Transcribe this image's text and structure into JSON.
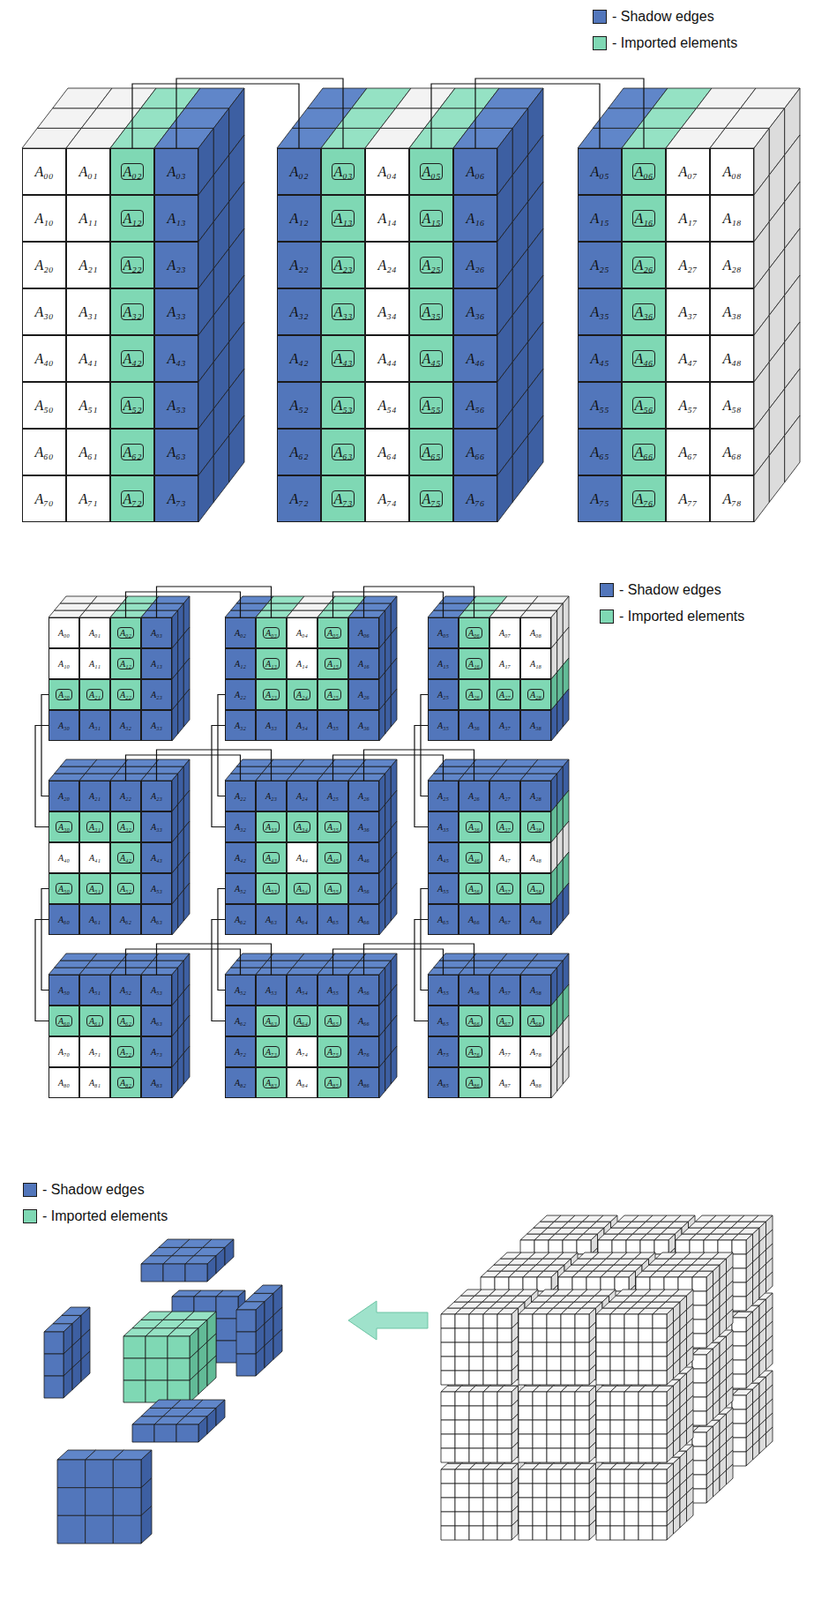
{
  "diagram": {
    "nodes": [
      {
        "text": [
          "A₀₀"
        ]
      },
      {
        "text": [
          "A₀₁"
        ]
      },
      {
        "text": [
          "A₀₂"
        ]
      },
      {
        "text": [
          "A₀₃"
        ]
      },
      {
        "text": [
          "A₁₀"
        ]
      },
      {
        "text": [
          "A₁₁"
        ]
      },
      {
        "text": [
          "A₁₂"
        ]
      },
      {
        "text": [
          "A₁₃"
        ]
      },
      {
        "text": [
          "A₂₀"
        ]
      },
      {
        "text": [
          "A₂₁"
        ]
      },
      {
        "text": [
          "A₂₂"
        ]
      },
      {
        "text": [
          "A₂₃"
        ]
      },
      {
        "text": [
          "A₃₀"
        ]
      },
      {
        "text": [
          "A₃₁"
        ]
      },
      {
        "text": [
          "A₃₂"
        ]
      },
      {
        "text": [
          "A₃₃"
        ]
      },
      {
        "text": [
          "A₄₀"
        ]
      },
      {
        "text": [
          "A₄₁"
        ]
      },
      {
        "text": [
          "A₄₂"
        ]
      },
      {
        "text": [
          "A₄₃"
        ]
      },
      {
        "text": [
          "A₅₀"
        ]
      },
      {
        "text": [
          "A₅₁"
        ]
      },
      {
        "text": [
          "A₅₂"
        ]
      },
      {
        "text": [
          "A₅₃"
        ]
      },
      {
        "text": [
          "A₆₀"
        ]
      },
      {
        "text": [
          "A₆₁"
        ]
      },
      {
        "text": [
          "A₆₂"
        ]
      },
      {
        "text": [
          "A₆₃"
        ]
      },
      {
        "text": [
          "A₇₀"
        ]
      },
      {
        "text": [
          "A₇₁"
        ]
      },
      {
        "text": [
          "A₇₂"
        ]
      },
      {
        "text": [
          "A₇₃"
        ]
      },
      {
        "text": [
          "A₀₂"
        ]
      },
      {
        "text": [
          "A₀₃"
        ]
      },
      {
        "text": [
          "A₀₄"
        ]
      },
      {
        "text": [
          "A₀₅"
        ]
      },
      {
        "text": [
          "A₀₆"
        ]
      },
      {
        "text": [
          "A₁₂"
        ]
      },
      {
        "text": [
          "A₁₃"
        ]
      },
      {
        "text": [
          "A₁₄"
        ]
      },
      {
        "text": [
          "A₁₅"
        ]
      },
      {
        "text": [
          "A₁₆"
        ]
      },
      {
        "text": [
          "A₂₂"
        ]
      },
      {
        "text": [
          "A₂₃"
        ]
      },
      {
        "text": [
          "A₂₄"
        ]
      },
      {
        "text": [
          "A₂₅"
        ]
      },
      {
        "text": [
          "A₂₆"
        ]
      },
      {
        "text": [
          "A₃₂"
        ]
      },
      {
        "text": [
          "A₃₃"
        ]
      },
      {
        "text": [
          "A₃₄"
        ]
      },
      {
        "text": [
          "A₃₅"
        ]
      },
      {
        "text": [
          "A₃₆"
        ]
      },
      {
        "text": [
          "A₄₂"
        ]
      },
      {
        "text": [
          "A₄₃"
        ]
      },
      {
        "text": [
          "A₄₄"
        ]
      },
      {
        "text": [
          "A₄₅"
        ]
      },
      {
        "text": [
          "A₄₆"
        ]
      },
      {
        "text": [
          "A₅₂"
        ]
      },
      {
        "text": [
          "A₅₃"
        ]
      },
      {
        "text": [
          "A₅₄"
        ]
      },
      {
        "text": [
          "A₅₅"
        ]
      },
      {
        "text": [
          "A₅₆"
        ]
      },
      {
        "text": [
          "A₆₂"
        ]
      },
      {
        "text": [
          "A₆₃"
        ]
      },
      {
        "text": [
          "A₆₄"
        ]
      },
      {
        "text": [
          "A₆₅"
        ]
      },
      {
        "text": [
          "A₆₆"
        ]
      },
      {
        "text": [
          "A₇₂"
        ]
      },
      {
        "text": [
          "A₇₃"
        ]
      },
      {
        "text": [
          "A₇₄"
        ]
      },
      {
        "text": [
          "A₇₅"
        ]
      },
      {
        "text": [
          "A₇₆"
        ]
      },
      {
        "text": [
          "A₀₅"
        ]
      },
      {
        "text": [
          "A₀₆"
        ]
      },
      {
        "text": [
          "A₀₇"
        ]
      },
      {
        "text": [
          "A₀₈"
        ]
      },
      {
        "text": [
          "A₁₅"
        ]
      },
      {
        "text": [
          "A₁₆"
        ]
      },
      {
        "text": [
          "A₁₇"
        ]
      },
      {
        "text": [
          "A₁₈"
        ]
      },
      {
        "text": [
          "A₂₅"
        ]
      },
      {
        "text": [
          "A₂₆"
        ]
      },
      {
        "text": [
          "A₂₇"
        ]
      },
      {
        "text": [
          "A₂₈"
        ]
      },
      {
        "text": [
          "A₃₅"
        ]
      },
      {
        "text": [
          "A₃₆"
        ]
      },
      {
        "text": [
          "A₃₇"
        ]
      },
      {
        "text": [
          "A₃₈"
        ]
      },
      {
        "text": [
          "A₄₅"
        ]
      },
      {
        "text": [
          "A₄₆"
        ]
      },
      {
        "text": [
          "A₄₇"
        ]
      },
      {
        "text": [
          "A₄₈"
        ]
      },
      {
        "text": [
          "A₅₅"
        ]
      },
      {
        "text": [
          "A₅₆"
        ]
      },
      {
        "text": [
          "A₅₇"
        ]
      },
      {
        "text": [
          "A₅₈"
        ]
      },
      {
        "text": [
          "A₆₅"
        ]
      },
      {
        "text": [
          "A₆₆"
        ]
      },
      {
        "text": [
          "A₆₇"
        ]
      },
      {
        "text": [
          "A₆₈"
        ]
      },
      {
        "text": [
          "A₇₅"
        ]
      },
      {
        "text": [
          "A₇₆"
        ]
      },
      {
        "text": [
          "A₇₇"
        ]
      },
      {
        "text": [
          "A₇₈"
        ]
      },
      {
        "text": [
          "A₀₀"
        ]
      },
      {
        "text": [
          "A₀₁"
        ]
      },
      {
        "text": [
          "A₀₂"
        ]
      },
      {
        "text": [
          "A₀₃"
        ]
      },
      {
        "text": [
          "A₁₀"
        ]
      },
      {
        "text": [
          "A₁₁"
        ]
      },
      {
        "text": [
          "A₁₂"
        ]
      },
      {
        "text": [
          "A₁₃"
        ]
      },
      {
        "text": [
          "A₂₀"
        ]
      },
      {
        "text": [
          "A₂₁"
        ]
      },
      {
        "text": [
          "A₂₂"
        ]
      },
      {
        "text": [
          "A₂₃"
        ]
      },
      {
        "text": [
          "A₃₀"
        ]
      },
      {
        "text": [
          "A₃₁"
        ]
      },
      {
        "text": [
          "A₃₂"
        ]
      },
      {
        "text": [
          "A₃₃"
        ]
      },
      {
        "text": [
          "A₀₂"
        ]
      },
      {
        "text": [
          "A₀₃"
        ]
      },
      {
        "text": [
          "A₀₄"
        ]
      },
      {
        "text": [
          "A₀₅"
        ]
      },
      {
        "text": [
          "A₀₆"
        ]
      },
      {
        "text": [
          "A₁₂"
        ]
      },
      {
        "text": [
          "A₁₃"
        ]
      },
      {
        "text": [
          "A₁₄"
        ]
      },
      {
        "text": [
          "A₁₅"
        ]
      },
      {
        "text": [
          "A₁₆"
        ]
      },
      {
        "text": [
          "A₂₂"
        ]
      },
      {
        "text": [
          "A₂₃"
        ]
      },
      {
        "text": [
          "A₂₄"
        ]
      },
      {
        "text": [
          "A₂₅"
        ]
      },
      {
        "text": [
          "A₂₆"
        ]
      },
      {
        "text": [
          "A₃₂"
        ]
      },
      {
        "text": [
          "A₃₃"
        ]
      },
      {
        "text": [
          "A₃₄"
        ]
      },
      {
        "text": [
          "A₃₅"
        ]
      },
      {
        "text": [
          "A₃₆"
        ]
      },
      {
        "text": [
          "A₀₅"
        ]
      },
      {
        "text": [
          "A₀₆"
        ]
      },
      {
        "text": [
          "A₀₇"
        ]
      },
      {
        "text": [
          "A₀₈"
        ]
      },
      {
        "text": [
          "A₁₅"
        ]
      },
      {
        "text": [
          "A₁₆"
        ]
      },
      {
        "text": [
          "A₁₇"
        ]
      },
      {
        "text": [
          "A₁₈"
        ]
      },
      {
        "text": [
          "A₂₅"
        ]
      },
      {
        "text": [
          "A₂₆"
        ]
      },
      {
        "text": [
          "A₂₇"
        ]
      },
      {
        "text": [
          "A₂₈"
        ]
      },
      {
        "text": [
          "A₃₅"
        ]
      },
      {
        "text": [
          "A₃₆"
        ]
      },
      {
        "text": [
          "A₃₇"
        ]
      },
      {
        "text": [
          "A₃₈"
        ]
      },
      {
        "text": [
          "A₂₀"
        ]
      },
      {
        "text": [
          "A₂₁"
        ]
      },
      {
        "text": [
          "A₂₂"
        ]
      },
      {
        "text": [
          "A₂₃"
        ]
      },
      {
        "text": [
          "A₃₀"
        ]
      },
      {
        "text": [
          "A₃₁"
        ]
      },
      {
        "text": [
          "A₃₂"
        ]
      },
      {
        "text": [
          "A₃₃"
        ]
      },
      {
        "text": [
          "A₄₀"
        ]
      },
      {
        "text": [
          "A₄₁"
        ]
      },
      {
        "text": [
          "A₄₂"
        ]
      },
      {
        "text": [
          "A₄₃"
        ]
      },
      {
        "text": [
          "A₅₀"
        ]
      },
      {
        "text": [
          "A₅₁"
        ]
      },
      {
        "text": [
          "A₅₂"
        ]
      },
      {
        "text": [
          "A₅₃"
        ]
      },
      {
        "text": [
          "A₆₀"
        ]
      },
      {
        "text": [
          "A₆₁"
        ]
      },
      {
        "text": [
          "A₆₂"
        ]
      },
      {
        "text": [
          "A₆₃"
        ]
      },
      {
        "text": [
          "A₂₂"
        ]
      },
      {
        "text": [
          "A₂₃"
        ]
      },
      {
        "text": [
          "A₂₄"
        ]
      },
      {
        "text": [
          "A₂₅"
        ]
      },
      {
        "text": [
          "A₂₆"
        ]
      },
      {
        "text": [
          "A₃₂"
        ]
      },
      {
        "text": [
          "A₃₃"
        ]
      },
      {
        "text": [
          "A₃₄"
        ]
      },
      {
        "text": [
          "A₃₅"
        ]
      },
      {
        "text": [
          "A₃₆"
        ]
      },
      {
        "text": [
          "A₄₂"
        ]
      },
      {
        "text": [
          "A₄₃"
        ]
      },
      {
        "text": [
          "A₄₄"
        ]
      },
      {
        "text": [
          "A₄₅"
        ]
      },
      {
        "text": [
          "A₄₆"
        ]
      },
      {
        "text": [
          "A₅₂"
        ]
      },
      {
        "text": [
          "A₅₃"
        ]
      },
      {
        "text": [
          "A₅₄"
        ]
      },
      {
        "text": [
          "A₅₅"
        ]
      },
      {
        "text": [
          "A₅₆"
        ]
      },
      {
        "text": [
          "A₆₂"
        ]
      },
      {
        "text": [
          "A₆₃"
        ]
      },
      {
        "text": [
          "A₆₄"
        ]
      },
      {
        "text": [
          "A₆₅"
        ]
      },
      {
        "text": [
          "A₆₆"
        ]
      },
      {
        "text": [
          "A₂₅"
        ]
      },
      {
        "text": [
          "A₂₆"
        ]
      },
      {
        "text": [
          "A₂₇"
        ]
      },
      {
        "text": [
          "A₂₈"
        ]
      },
      {
        "text": [
          "A₃₅"
        ]
      },
      {
        "text": [
          "A₃₆"
        ]
      },
      {
        "text": [
          "A₃₇"
        ]
      },
      {
        "text": [
          "A₃₈"
        ]
      },
      {
        "text": [
          "A₄₅"
        ]
      },
      {
        "text": [
          "A₄₆"
        ]
      },
      {
        "text": [
          "A₄₇"
        ]
      },
      {
        "text": [
          "A₄₈"
        ]
      },
      {
        "text": [
          "A₅₅"
        ]
      },
      {
        "text": [
          "A₅₆"
        ]
      },
      {
        "text": [
          "A₅₇"
        ]
      },
      {
        "text": [
          "A₅₈"
        ]
      },
      {
        "text": [
          "A₆₅"
        ]
      },
      {
        "text": [
          "A₆₆"
        ]
      },
      {
        "text": [
          "A₆₇"
        ]
      },
      {
        "text": [
          "A₆₈"
        ]
      },
      {
        "text": [
          "A₅₀"
        ]
      },
      {
        "text": [
          "A₅₁"
        ]
      },
      {
        "text": [
          "A₅₂"
        ]
      },
      {
        "text": [
          "A₅₃"
        ]
      },
      {
        "text": [
          "A₆₀"
        ]
      },
      {
        "text": [
          "A₆₁"
        ]
      },
      {
        "text": [
          "A₆₂"
        ]
      },
      {
        "text": [
          "A₆₃"
        ]
      },
      {
        "text": [
          "A₇₀"
        ]
      },
      {
        "text": [
          "A₇₁"
        ]
      },
      {
        "text": [
          "A₇₂"
        ]
      },
      {
        "text": [
          "A₇₃"
        ]
      },
      {
        "text": [
          "A₈₀"
        ]
      },
      {
        "text": [
          "A₈₁"
        ]
      },
      {
        "text": [
          "A₈₂"
        ]
      },
      {
        "text": [
          "A₈₃"
        ]
      },
      {
        "text": [
          "A₅₂"
        ]
      },
      {
        "text": [
          "A₅₃"
        ]
      },
      {
        "text": [
          "A₅₄"
        ]
      },
      {
        "text": [
          "A₅₅"
        ]
      },
      {
        "text": [
          "A₅₆"
        ]
      },
      {
        "text": [
          "A₆₂"
        ]
      },
      {
        "text": [
          "A₆₃"
        ]
      },
      {
        "text": [
          "A₆₄"
        ]
      },
      {
        "text": [
          "A₆₅"
        ]
      },
      {
        "text": [
          "A₆₆"
        ]
      },
      {
        "text": [
          "A₇₂"
        ]
      },
      {
        "text": [
          "A₇₃"
        ]
      },
      {
        "text": [
          "A₇₄"
        ]
      },
      {
        "text": [
          "A₇₅"
        ]
      },
      {
        "text": [
          "A₇₆"
        ]
      },
      {
        "text": [
          "A₈₂"
        ]
      },
      {
        "text": [
          "A₈₃"
        ]
      },
      {
        "text": [
          "A₈₄"
        ]
      },
      {
        "text": [
          "A₈₅"
        ]
      },
      {
        "text": [
          "A₈₆"
        ]
      },
      {
        "text": [
          "A₅₅"
        ]
      },
      {
        "text": [
          "A₅₆"
        ]
      },
      {
        "text": [
          "A₅₇"
        ]
      },
      {
        "text": [
          "A₅₈"
        ]
      },
      {
        "text": [
          "A₆₅"
        ]
      },
      {
        "text": [
          "A₆₆"
        ]
      },
      {
        "text": [
          "A₆₇"
        ]
      },
      {
        "text": [
          "A₆₈"
        ]
      },
      {
        "text": [
          "A₇₅"
        ]
      },
      {
        "text": [
          "A₇₆"
        ]
      },
      {
        "text": [
          "A₇₇"
        ]
      },
      {
        "text": [
          "A₇₈"
        ]
      },
      {
        "text": [
          "A₈₅"
        ]
      },
      {
        "text": [
          "A₈₆"
        ]
      },
      {
        "text": [
          "A₈₇"
        ]
      },
      {
        "text": [
          "A₈₈"
        ]
      }
    ],
    "edges": [
      {
        "from": 2,
        "to": 32,
        "arrow": "none"
      },
      {
        "from": 33,
        "to": 3,
        "arrow": "none"
      },
      {
        "from": 35,
        "to": 72,
        "arrow": "none"
      },
      {
        "from": 73,
        "to": 36,
        "arrow": "none"
      },
      {
        "from": 106,
        "to": 120,
        "arrow": "none"
      },
      {
        "from": 121,
        "to": 107,
        "arrow": "none"
      },
      {
        "from": 123,
        "to": 140,
        "arrow": "none"
      },
      {
        "from": 141,
        "to": 124,
        "arrow": "none"
      },
      {
        "from": 158,
        "to": 176,
        "arrow": "none"
      },
      {
        "from": 177,
        "to": 159,
        "arrow": "none"
      },
      {
        "from": 179,
        "to": 201,
        "arrow": "none"
      },
      {
        "from": 202,
        "to": 180,
        "arrow": "none"
      },
      {
        "from": 223,
        "to": 237,
        "arrow": "none"
      },
      {
        "from": 238,
        "to": 224,
        "arrow": "none"
      },
      {
        "from": 240,
        "to": 257,
        "arrow": "none"
      },
      {
        "from": 258,
        "to": 241,
        "arrow": "none"
      },
      {
        "from": 112,
        "to": 156,
        "arrow": "none"
      },
      {
        "from": 160,
        "to": 116,
        "arrow": "none"
      },
      {
        "from": 168,
        "to": 221,
        "arrow": "none"
      },
      {
        "from": 225,
        "to": 172,
        "arrow": "none"
      },
      {
        "from": 130,
        "to": 176,
        "arrow": "none"
      },
      {
        "from": 181,
        "to": 135,
        "arrow": "none"
      },
      {
        "from": 191,
        "to": 237,
        "arrow": "none"
      },
      {
        "from": 242,
        "to": 196,
        "arrow": "none"
      },
      {
        "from": 148,
        "to": 201,
        "arrow": "none"
      },
      {
        "from": 205,
        "to": 152,
        "arrow": "none"
      },
      {
        "from": 213,
        "to": 257,
        "arrow": "none"
      },
      {
        "from": 261,
        "to": 217,
        "arrow": "none"
      }
    ],
    "legend": [
      {
        "text": "- Shadow edges",
        "color": "#5276bb"
      },
      {
        "text": "- Imported elements",
        "color": "#7fd8b4"
      },
      {
        "text": "- Shadow edges",
        "color": "#5276bb"
      },
      {
        "text": "- Imported elements",
        "color": "#7fd8b4"
      },
      {
        "text": "- Shadow edges",
        "color": "#5276bb"
      },
      {
        "text": "- Imported elements",
        "color": "#7fd8b4"
      }
    ]
  }
}
